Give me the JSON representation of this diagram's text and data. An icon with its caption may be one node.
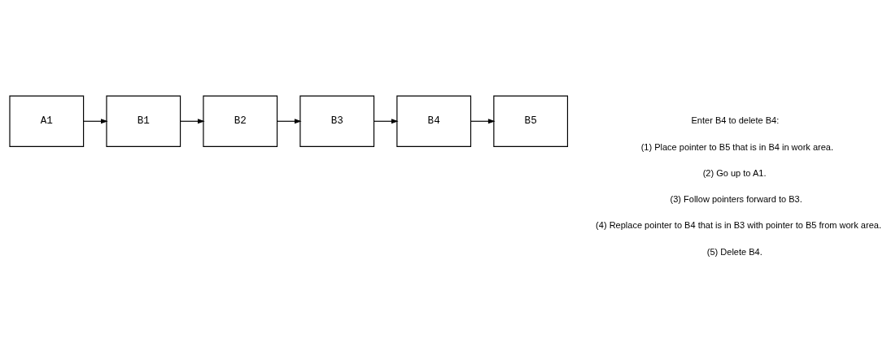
{
  "diagram": {
    "nodes": [
      {
        "text": [
          "A1"
        ]
      },
      {
        "text": [
          "B1"
        ]
      },
      {
        "text": [
          "B2"
        ]
      },
      {
        "text": [
          "B3"
        ]
      },
      {
        "text": [
          "B4"
        ]
      },
      {
        "text": [
          "B5"
        ]
      }
    ],
    "edges": [
      {
        "from": 0,
        "to": 1,
        "arrow": "to"
      },
      {
        "from": 1,
        "to": 2,
        "arrow": "to"
      },
      {
        "from": 2,
        "to": 3,
        "arrow": "to"
      },
      {
        "from": 3,
        "to": 4,
        "arrow": "to"
      },
      {
        "from": 4,
        "to": 5,
        "arrow": "to"
      }
    ],
    "labels": [
      "Enter B4 to delete B4:",
      "(1) Place pointer to B5 that is in B4 in work area.",
      "(2) Go up to A1.",
      "(3) Follow pointers forward to B3.",
      "(4) Replace pointer to B4 that is in B3 with pointer to B5 from work area.",
      "(5) Delete B4."
    ]
  }
}
